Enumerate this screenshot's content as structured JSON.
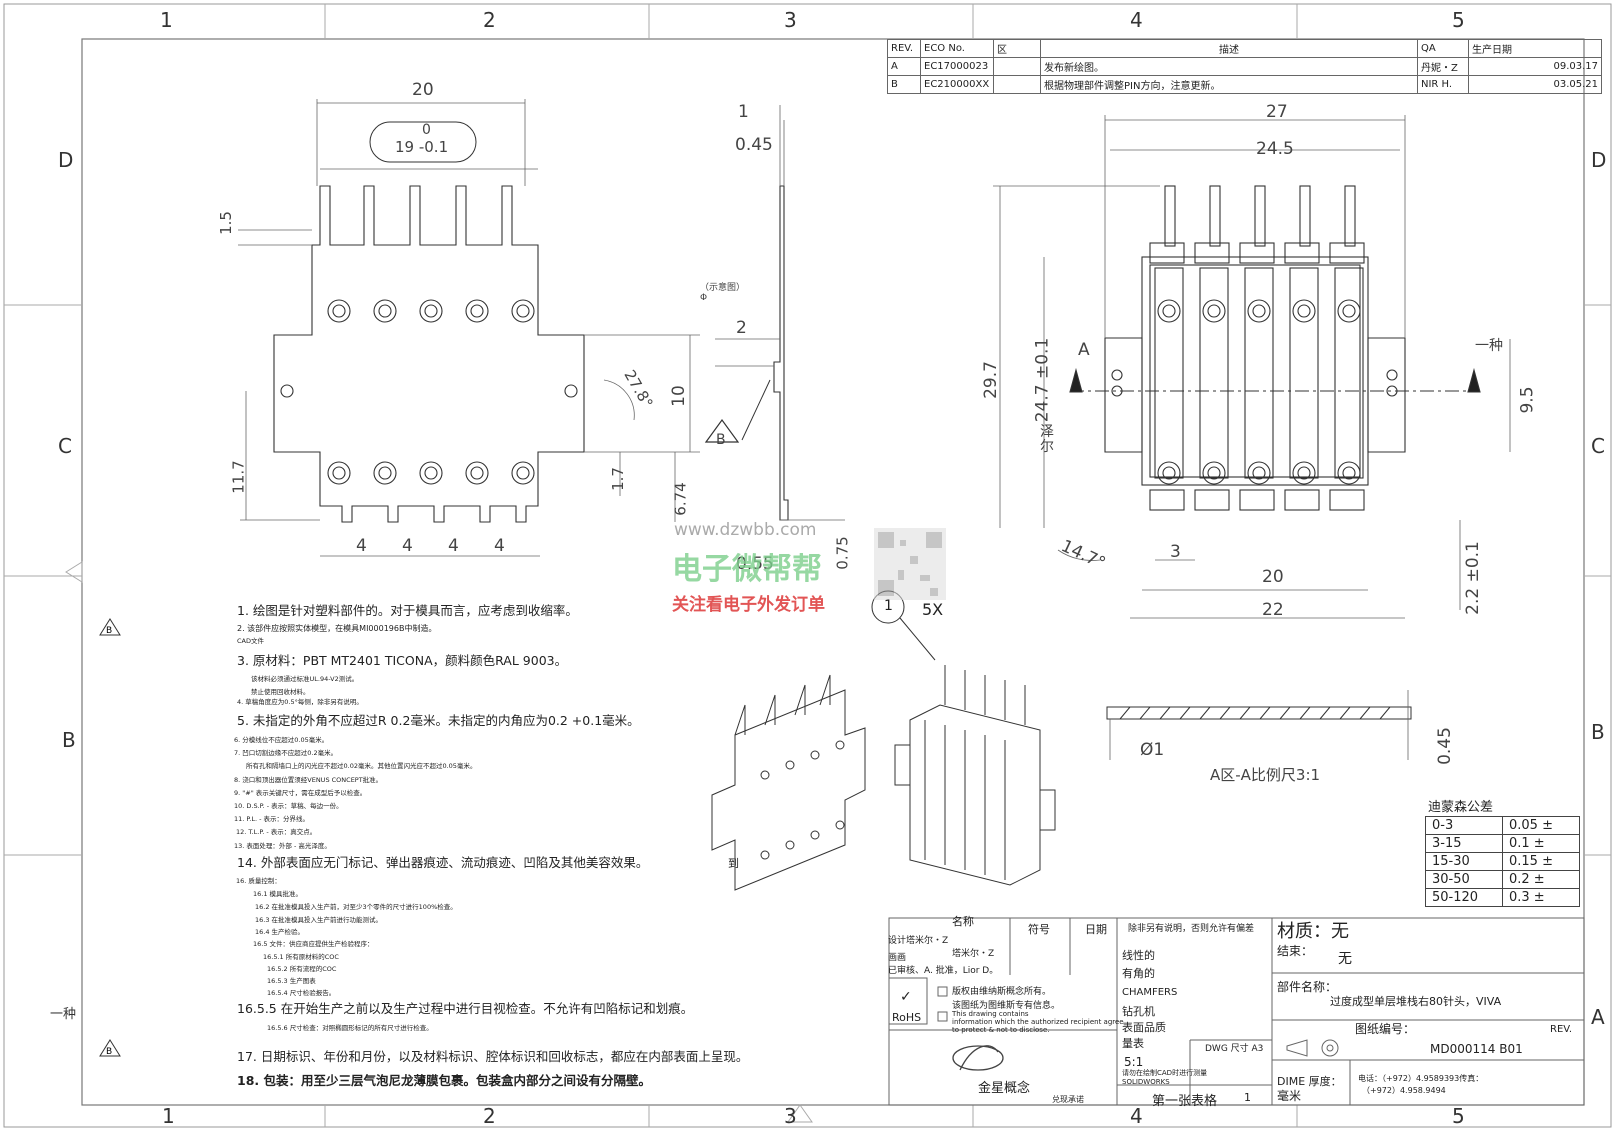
{
  "zones": {
    "columns": [
      "1",
      "2",
      "3",
      "4",
      "5"
    ],
    "rows": [
      "D",
      "C",
      "B",
      "A"
    ]
  },
  "revision_table": {
    "headers": [
      "REV.",
      "ECO No.",
      "区",
      "描述",
      "QA",
      "生产日期"
    ],
    "rows": [
      {
        "rev": "A",
        "eco": "EC17000023",
        "desc": "发布新绘图。",
        "by": "丹妮・Z",
        "date": "09.03.17"
      },
      {
        "rev": "B",
        "eco": "EC210000XX",
        "desc": "根据物理部件调整PIN方向，注意更新。",
        "by": "NIR H.",
        "date": "03.05.21"
      }
    ]
  },
  "front_view": {
    "dim_top": "20",
    "dim_tol_upper": "0",
    "dim_tol_value": "19 -0.1",
    "dim_pin": "1.5",
    "dim_height": "11.7",
    "dim_spacing": "4",
    "dim_right": "10",
    "dim_1_7": "1.7",
    "dim_6_74": "6.74",
    "dim_angle": "27.8°"
  },
  "side_view": {
    "dim_1": "1",
    "dim_045": "0.45",
    "dim_2": "2",
    "note": "（示意图）Φ",
    "dim_055": "0.55",
    "dim_075": "0.75",
    "callout_b": "B"
  },
  "top_view": {
    "dim_27": "27",
    "dim_24_5": "24.5",
    "dim_29_7": "29.7",
    "dim_24_7": "24.7 ±0.1",
    "dim_9_5": "9.5",
    "dim_3": "3",
    "dim_20": "20",
    "dim_22": "22",
    "dim_2_2": "2.2 ±0.1",
    "dim_angle": "14.7°",
    "label_a": "A",
    "label_a2": "一种",
    "label_side": "泽尔"
  },
  "section_view": {
    "dim_phi": "Ø1",
    "dim_045": "0.45",
    "title": "A区-A比例尺3:1"
  },
  "detail_callout": {
    "number": "1",
    "count": "5X"
  },
  "watermark": {
    "url": "www.dzwbb.com",
    "name": "电子微帮帮",
    "slogan": "关注看电子外发订单"
  },
  "notes": [
    {
      "text": "1. 绘图是针对塑料部件的。对于模具而言，应考虑到收缩率。",
      "size": "big"
    },
    {
      "text": "2. 该部件应按照实体模型，在模具MI000196B中制造。",
      "size": "small",
      "rev": "B"
    },
    {
      "text": "CAD文件",
      "size": "xs"
    },
    {
      "text": "3. 原材料：PBT MT2401 TICONA，颜料颜色RAL 9003。",
      "size": "big"
    },
    {
      "text": "该材料必须通过标准UL.94-V2测试。",
      "size": "xs"
    },
    {
      "text": "禁止使用回收材料。",
      "size": "xs"
    },
    {
      "text": "4. 草稿角度应为0.5°每侧，除非另有说明。",
      "size": "xs"
    },
    {
      "text": "5. 未指定的外角不应超过R 0.2毫米。未指定的内角应为0.2 +0.1毫米。",
      "size": "big"
    },
    {
      "text": "6. 分模线位不应超过0.05毫米。",
      "size": "xs"
    },
    {
      "text": "7. 凹口切割边缘不应超过0.2毫米。",
      "size": "xs"
    },
    {
      "text": "所有孔和隔墙口上的闪光应不超过0.02毫米。其他位置闪光应不超过0.05毫米。",
      "size": "xs"
    },
    {
      "text": "8. 浇口和顶出器位置须经VENUS CONCEPT批准。",
      "size": "xs"
    },
    {
      "text": "9. \"#\" 表示关键尺寸，需在成型后予以检查。",
      "size": "xs"
    },
    {
      "text": "10. D.S.P. - 表示：草稿、每边一份。",
      "size": "xs"
    },
    {
      "text": "11. P.L. - 表示：分界线。",
      "size": "xs"
    },
    {
      "text": "12. T.L.P. - 表示：真交点。",
      "size": "xs"
    },
    {
      "text": "13. 表面处理：外部 - 高光泽度。",
      "size": "xs"
    },
    {
      "text": "14. 外部表面应无门标记、弹出器痕迹、流动痕迹、凹陷及其他美容效果。",
      "size": "big"
    },
    {
      "text": "16. 质量控制：",
      "size": "xs"
    },
    {
      "text": "16.1 模具批准。",
      "size": "xs"
    },
    {
      "text": "16.2 在批准模具投入生产前，对至少3个零件的尺寸进行100%检查。",
      "size": "xs"
    },
    {
      "text": "16.3 在批准模具投入生产前进行功能测试。",
      "size": "xs"
    },
    {
      "text": "16.4 生产检验。",
      "size": "xs"
    },
    {
      "text": "16.5 文件：供应商应提供生产检验程序：",
      "size": "xs"
    },
    {
      "text": "16.5.1 所有原材料的COC",
      "size": "xs"
    },
    {
      "text": "16.5.2 所有流程的COC",
      "size": "xs"
    },
    {
      "text": "16.5.3 生产图表",
      "size": "xs"
    },
    {
      "text": "16.5.4 尺寸检验报告。",
      "size": "xs"
    },
    {
      "text": "16.5.5 在开始生产之前以及生产过程中进行目视检查。不允许有凹陷标记和划痕。",
      "size": "big"
    },
    {
      "text": "16.5.6 尺寸检查：对照椭圆形标记的所有尺寸进行检查。",
      "size": "xs"
    },
    {
      "text": "17. 日期标识、年份和月份，以及材料标识、腔体标识和回收标志，都应在内部表面上呈现。",
      "size": "big",
      "rev": "B"
    },
    {
      "text": "18. 包装：用至少三层气泡尼龙薄膜包裹。包装盒内部分之间设有分隔壁。",
      "size": "big"
    }
  ],
  "tolerance_table": {
    "title": "迪蒙森公差",
    "rows": [
      {
        "range": "0-3",
        "tol": "0.05 ±"
      },
      {
        "range": "3-15",
        "tol": "0.1 ±"
      },
      {
        "range": "15-30",
        "tol": "0.15 ±"
      },
      {
        "range": "30-50",
        "tol": "0.2 ±"
      },
      {
        "range": "50-120",
        "tol": "0.3 ±"
      }
    ]
  },
  "title_block": {
    "col_name": "名称",
    "col_sign": "符号",
    "col_date": "日期",
    "design": "设计塔米尔・Z",
    "drawn": "画画",
    "drawn_by": "塔米尔・Z",
    "approved": "已审核、A. 批准，Lior D。",
    "default_tol": "除非另有说明，否则允许有偏差",
    "linearity": "线性的",
    "angular": "有角的",
    "chamfers": "CHAMFERS",
    "drill": "钻孔机",
    "surface": "表面品质",
    "measure": "量表",
    "scale": "5:1",
    "dwg_size": "DWG 尺寸 A3",
    "cad_note": "请勿在绘制CAD时进行测量",
    "software": "SOLIDWORKS",
    "ip_line1": "版权由维纳斯概念所有。",
    "ip_line2": "该图纸为图维斯专有信息。",
    "ip_en1": "This drawing contains",
    "ip_en2": "information which the authorized recipient agree",
    "ip_en3": "to protect & not to disclose.",
    "rohs": "RoHS",
    "company": "金星概念",
    "approved_footer": "兑现承诺",
    "material_label": "材质：无",
    "finish_label": "结束：",
    "finish_value": "无",
    "part_name_label": "部件名称：",
    "part_name": "过度成型单层堆栈右80针头，VIVA",
    "dwg_no_label": "图纸编号：",
    "rev_label": "REV.",
    "dwg_no": "MD000114 B01",
    "dime": "DIME 厚度：",
    "unit": "毫米",
    "sheet": "第一张表格",
    "sheet_no": "1",
    "phone1": "电话：（+972）4.9589393传真：",
    "phone2": "（+972）4.958.9494",
    "side_note": "一种"
  },
  "views_iso": {
    "label": "到"
  }
}
